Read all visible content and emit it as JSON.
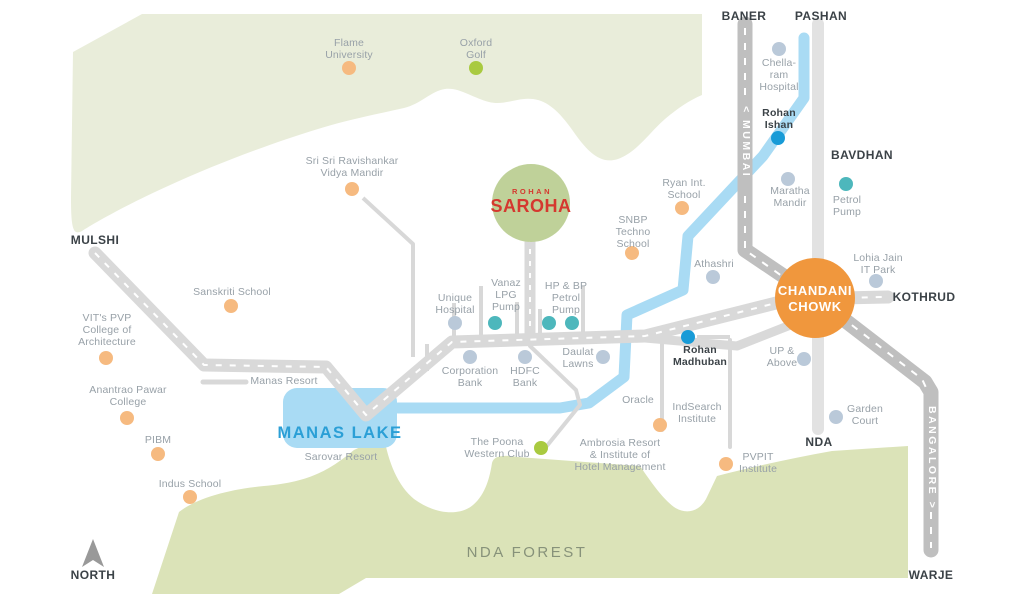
{
  "colors": {
    "landmass_green": "#e9edda",
    "forest_green": "#dbe3b8",
    "water_blue": "#a9dbf4",
    "road_major": "#bfbfbf",
    "road_light": "#d9d9d9",
    "road_pale": "#e2e2e2",
    "road_stub": "#d8d8d8",
    "dash_white": "#ffffff",
    "label_gray": "#98a1a8",
    "label_dark": "#3b4247",
    "lake_text": "#2b9fd6",
    "forest_text": "#87927a",
    "brand_red": "#d5382f",
    "project_circle": "#bfd199",
    "junction_orange": "#f0973d",
    "north_arrow": "#999999"
  },
  "markers": {
    "education": "#f6ba80",
    "petrol": "#4db7bc",
    "landmark": "#bac9d9",
    "rohan_project": "#189bd7",
    "leisure_golf": "#a9ca40"
  },
  "project": {
    "brand_top": "ROHAN",
    "brand_name": "SAROHA"
  },
  "junction": {
    "name": "CHANDANI\nCHOWK"
  },
  "areas": {
    "lake": "MANAS LAKE",
    "forest": "NDA FOREST"
  },
  "corridors": {
    "baner": "BANER",
    "pashan": "PASHAN",
    "bavdhan": "BAVDHAN",
    "mulshi": "MULSHI",
    "kothrud": "KOTHRUD",
    "nda": "NDA",
    "warje": "WARJE",
    "north": "NORTH",
    "mumbai_road": "< MUMBAI",
    "bangalore_road": "BANGALORE >"
  },
  "pois": {
    "flame_university": "Flame\nUniversity",
    "oxford_golf": "Oxford\nGolf",
    "sri_sri": "Sri Sri Ravishankar\nVidya Mandir",
    "sanskriti_school": "Sanskriti School",
    "vit_pvp": "VIT's PVP\nCollege of\nArchitecture",
    "anantrao_pawar": "Anantrao Pawar\nCollege",
    "pibm": "PIBM",
    "indus_school": "Indus School",
    "manas_resort": "Manas Resort",
    "sarovar_resort": "Sarovar Resort",
    "unique_hospital": "Unique\nHospital",
    "vanaz_lpg": "Vanaz\nLPG\nPump",
    "hp_bp_petrol": "HP & BP\nPetrol\nPump",
    "corporation_bank": "Corporation\nBank",
    "hdfc_bank": "HDFC\nBank",
    "daulat_lawns": "Daulat\nLawns",
    "poona_western_club": "The Poona\nWestern Club",
    "ambrosia_resort": "Ambrosia Resort\n& Institute of\nHotel Management",
    "oracle": "Oracle",
    "indsearch_institute": "IndSearch\nInstitute",
    "pvpit_institute": "PVPIT\nInstitute",
    "ryan_school": "Ryan Int.\nSchool",
    "snbp_school": "SNBP\nTechno\nSchool",
    "athashri": "Athashri",
    "maratha_mandir": "Maratha\nMandir",
    "petrol_pump_bavdhan": "Petrol\nPump",
    "lohia_jain": "Lohia Jain\nIT Park",
    "chellaram_hospital": "Chella-\nram\nHospital",
    "up_above": "UP &\nAbove",
    "garden_court": "Garden\nCourt",
    "rohan_ishan": "Rohan\nIshan",
    "rohan_madhuban": "Rohan\nMadhuban"
  }
}
